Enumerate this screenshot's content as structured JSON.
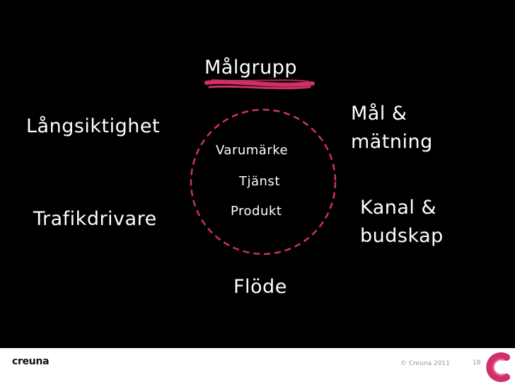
{
  "slide": {
    "labels": {
      "target_group": "Målgrupp",
      "long_term": "Långsiktighet",
      "traffic_drivers": "Trafikdrivare",
      "goals_measurement": "Mål &\nmätning",
      "channel_message": "Kanal &\nbudskap",
      "flow": "Flöde"
    },
    "core": {
      "brand": "Varumärke",
      "service": "Tjänst",
      "product": "Produkt"
    }
  },
  "footer": {
    "logo": "creuna",
    "copyright": "© Creuna 2011",
    "page_number": "18"
  },
  "colors": {
    "background": "#000000",
    "accent": "#d0306a",
    "text": "#ffffff"
  },
  "icons": {
    "brand_mark": "creuna-c-logo-icon",
    "underline": "brush-stroke-underline"
  }
}
